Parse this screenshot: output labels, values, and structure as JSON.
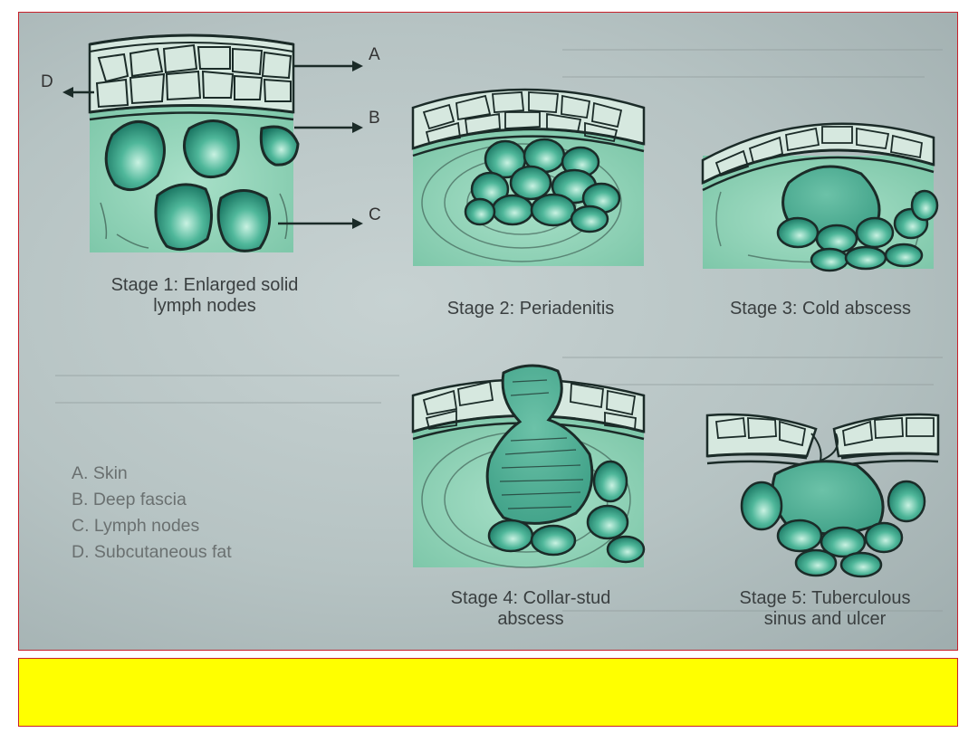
{
  "diagram": {
    "stages": [
      {
        "id": 1,
        "label_line1": "Stage 1: Enlarged solid",
        "label_line2": "lymph nodes"
      },
      {
        "id": 2,
        "label_line1": "Stage 2: Periadenitis",
        "label_line2": ""
      },
      {
        "id": 3,
        "label_line1": "Stage 3: Cold abscess",
        "label_line2": ""
      },
      {
        "id": 4,
        "label_line1": "Stage 4: Collar-stud",
        "label_line2": "abscess"
      },
      {
        "id": 5,
        "label_line1": "Stage 5: Tuberculous",
        "label_line2": "sinus and ulcer"
      }
    ],
    "pointers": {
      "a": "A",
      "b": "B",
      "c": "C",
      "d": "D"
    },
    "legend": [
      "A. Skin",
      "B. Deep fascia",
      "C. Lymph nodes",
      "D. Subcutaneous fat"
    ]
  },
  "colors": {
    "tissue": "#8ed1b6",
    "node_dark": "#1e8f78",
    "node_light": "#b8ecd9",
    "outline": "#1b2b28",
    "frame_border": "#c8202a",
    "caption_bar": "#ffff00"
  }
}
